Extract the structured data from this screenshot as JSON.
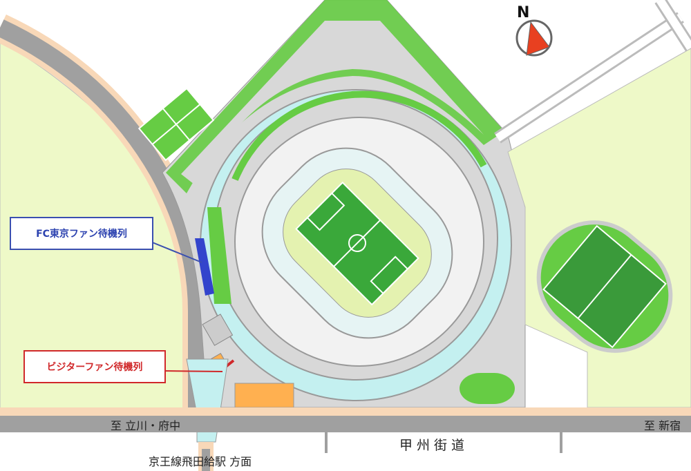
{
  "map": {
    "compass": {
      "label": "N"
    },
    "callouts": {
      "fc_tokyo_queue": "FC東京ファン待機列",
      "visitor_queue": "ビジターファン待機列"
    },
    "roads": {
      "to_tachikawa_fuchu": "至 立川・府中",
      "to_shinjuku": "至 新宿",
      "koshu_kaido": "甲州街道",
      "keio_tobitakyu": "京王線飛田給駅 方面"
    },
    "colors": {
      "park": "#eef9c8",
      "grass": "#66cc44",
      "road": "#a0a0a0",
      "sidewalk": "#f8d8b8",
      "concourse": "#c4f0f0",
      "fc_queue": "#3344cc",
      "visitor_queue": "#ffb050",
      "compass": "#e84020"
    }
  }
}
